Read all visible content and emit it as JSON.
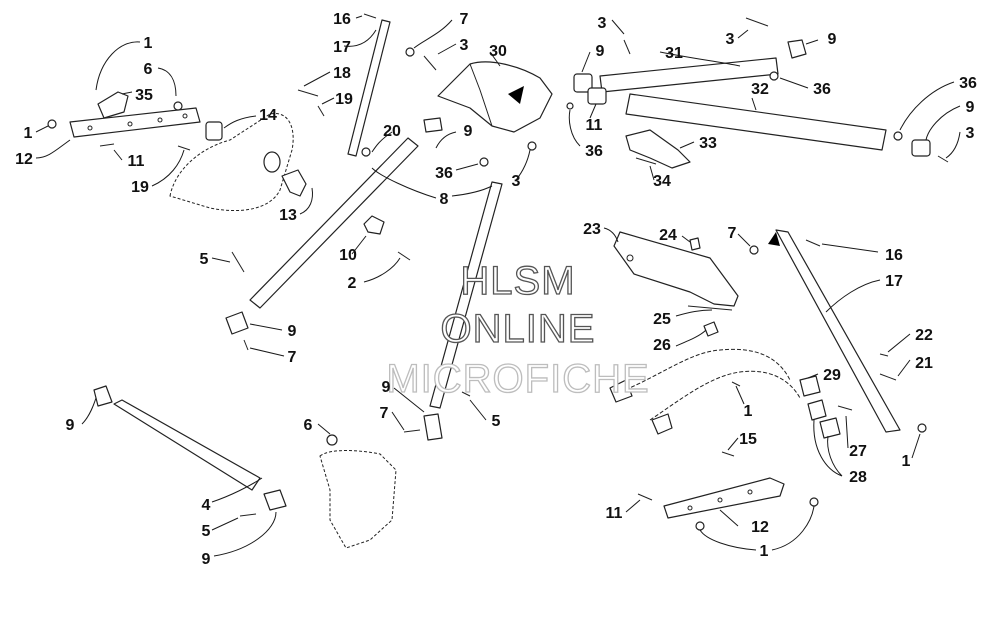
{
  "watermark": {
    "line1": "HLSM",
    "line2": "ONLINE",
    "line3": "MICROFICHE"
  },
  "callouts": [
    {
      "id": "c1a",
      "label": "1"
    },
    {
      "id": "c6a",
      "label": "6"
    },
    {
      "id": "c35",
      "label": "35"
    },
    {
      "id": "c1b",
      "label": "1"
    },
    {
      "id": "c12a",
      "label": "12"
    },
    {
      "id": "c11a",
      "label": "11"
    },
    {
      "id": "c19a",
      "label": "19"
    },
    {
      "id": "c14",
      "label": "14"
    },
    {
      "id": "c13",
      "label": "13"
    },
    {
      "id": "c16a",
      "label": "16"
    },
    {
      "id": "c17a",
      "label": "17"
    },
    {
      "id": "c7a",
      "label": "7"
    },
    {
      "id": "c18",
      "label": "18"
    },
    {
      "id": "c19b",
      "label": "19"
    },
    {
      "id": "c3a",
      "label": "3"
    },
    {
      "id": "c20",
      "label": "20"
    },
    {
      "id": "c30",
      "label": "30"
    },
    {
      "id": "c3b",
      "label": "3"
    },
    {
      "id": "c9a",
      "label": "9"
    },
    {
      "id": "c31",
      "label": "31"
    },
    {
      "id": "c3c",
      "label": "3"
    },
    {
      "id": "c9b",
      "label": "9"
    },
    {
      "id": "c36a",
      "label": "36"
    },
    {
      "id": "c32",
      "label": "32"
    },
    {
      "id": "c36b",
      "label": "36"
    },
    {
      "id": "c9c",
      "label": "9"
    },
    {
      "id": "c3d",
      "label": "3"
    },
    {
      "id": "c11b",
      "label": "11"
    },
    {
      "id": "c36c",
      "label": "36"
    },
    {
      "id": "c33",
      "label": "33"
    },
    {
      "id": "c34",
      "label": "34"
    },
    {
      "id": "c9d",
      "label": "9"
    },
    {
      "id": "c36d",
      "label": "36"
    },
    {
      "id": "c3e",
      "label": "3"
    },
    {
      "id": "c8",
      "label": "8"
    },
    {
      "id": "c10",
      "label": "10"
    },
    {
      "id": "c2",
      "label": "2"
    },
    {
      "id": "c5a",
      "label": "5"
    },
    {
      "id": "c9e",
      "label": "9"
    },
    {
      "id": "c7b",
      "label": "7"
    },
    {
      "id": "c23",
      "label": "23"
    },
    {
      "id": "c24",
      "label": "24"
    },
    {
      "id": "c25",
      "label": "25"
    },
    {
      "id": "c26",
      "label": "26"
    },
    {
      "id": "c7c",
      "label": "7"
    },
    {
      "id": "c16b",
      "label": "16"
    },
    {
      "id": "c17b",
      "label": "17"
    },
    {
      "id": "c22",
      "label": "22"
    },
    {
      "id": "c21",
      "label": "21"
    },
    {
      "id": "c29",
      "label": "29"
    },
    {
      "id": "c1c",
      "label": "1"
    },
    {
      "id": "c27",
      "label": "27"
    },
    {
      "id": "c28",
      "label": "28"
    },
    {
      "id": "c1d",
      "label": "1"
    },
    {
      "id": "c9f",
      "label": "9"
    },
    {
      "id": "c7d",
      "label": "7"
    },
    {
      "id": "c5b",
      "label": "5"
    },
    {
      "id": "c6b",
      "label": "6"
    },
    {
      "id": "c9g",
      "label": "9"
    },
    {
      "id": "c4",
      "label": "4"
    },
    {
      "id": "c5c",
      "label": "5"
    },
    {
      "id": "c9h",
      "label": "9"
    },
    {
      "id": "c15",
      "label": "15"
    },
    {
      "id": "c11c",
      "label": "11"
    },
    {
      "id": "c12b",
      "label": "12"
    },
    {
      "id": "c1e",
      "label": "1"
    }
  ]
}
